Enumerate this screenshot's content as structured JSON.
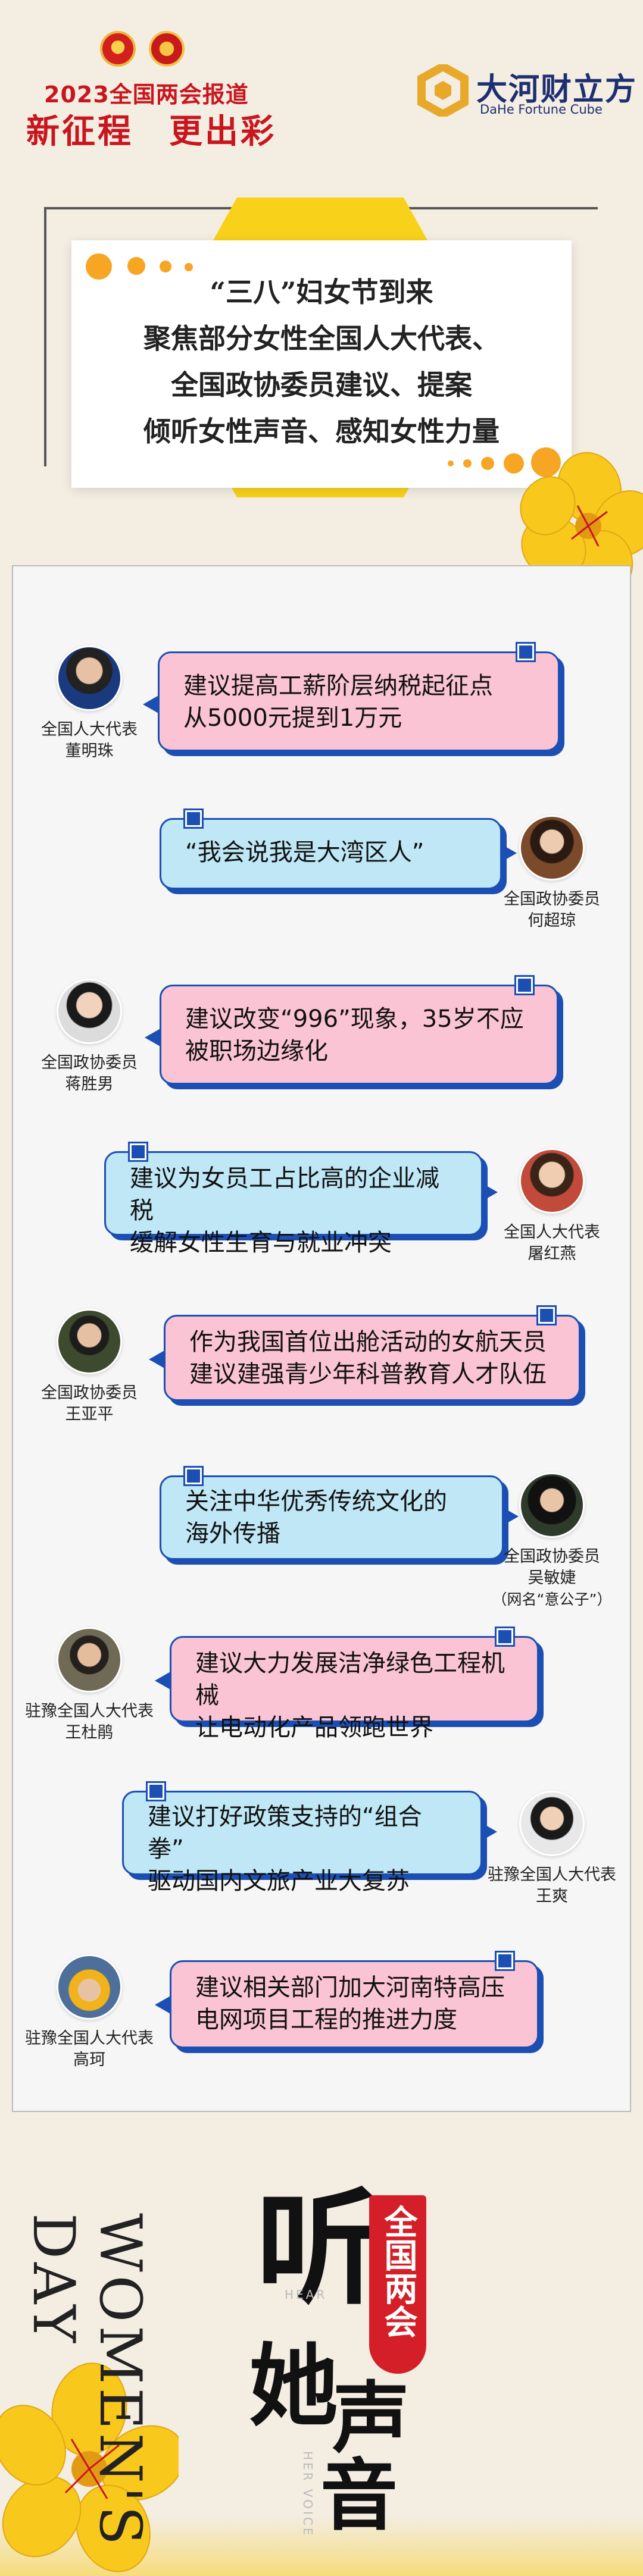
{
  "header": {
    "subtitle": "2023全国两会报道",
    "title": "新征程　更出彩",
    "brand_cn": "大河财立方",
    "brand_en": "DaHe Fortune Cube"
  },
  "intro": {
    "lines": [
      "“三八”妇女节到来",
      "聚焦部分女性全国人大代表、",
      "全国政协委员建议、提案",
      "倾听女性声音、感知女性力量"
    ]
  },
  "entries": [
    {
      "role": "全国人大代表",
      "name": "董明珠",
      "note": "",
      "lines": [
        "建议提高工薪阶层纳税起征点",
        "从5000元提到1万元"
      ]
    },
    {
      "role": "全国政协委员",
      "name": "何超琼",
      "note": "",
      "lines": [
        "“我会说我是大湾区人”"
      ]
    },
    {
      "role": "全国政协委员",
      "name": "蒋胜男",
      "note": "",
      "lines": [
        "建议改变“996”现象，35岁不应",
        "被职场边缘化"
      ]
    },
    {
      "role": "全国人大代表",
      "name": "屠红燕",
      "note": "",
      "lines": [
        "建议为女员工占比高的企业减税",
        "缓解女性生育与就业冲突"
      ]
    },
    {
      "role": "全国政协委员",
      "name": "王亚平",
      "note": "",
      "lines": [
        "作为我国首位出舱活动的女航天员",
        "建议建强青少年科普教育人才队伍"
      ]
    },
    {
      "role": "全国政协委员",
      "name": "吴敏婕",
      "note": "（网名“意公子”）",
      "lines": [
        "关注中华优秀传统文化的",
        "海外传播"
      ]
    },
    {
      "role": "驻豫全国人大代表",
      "name": "王杜鹃",
      "note": "",
      "lines": [
        "建议大力发展洁净绿色工程机械",
        "让电动化产品领跑世界"
      ]
    },
    {
      "role": "驻豫全国人大代表",
      "name": "王爽",
      "note": "",
      "lines": [
        "建议打好政策支持的“组合拳”",
        "驱动国内文旅产业大复苏"
      ]
    },
    {
      "role": "驻豫全国人大代表",
      "name": "高珂",
      "note": "",
      "lines": [
        "建议相关部门加大河南特高压",
        "电网项目工程的推进力度"
      ]
    }
  ],
  "footer": {
    "title_chars": [
      "听",
      "她",
      "声",
      "音"
    ],
    "tag": "全国两会",
    "side_text": "WOMEN'S DAY",
    "hear": "HEAR",
    "her_voice": "HER VOICE"
  },
  "colors": {
    "brand_red": "#c9151e",
    "bubble_border": "#1b4fb3",
    "bubble_pink": "#fbc4d4",
    "bubble_blue": "#bfe7f6",
    "yellow": "#f8d21a",
    "orange_dot": "#f6a623"
  }
}
